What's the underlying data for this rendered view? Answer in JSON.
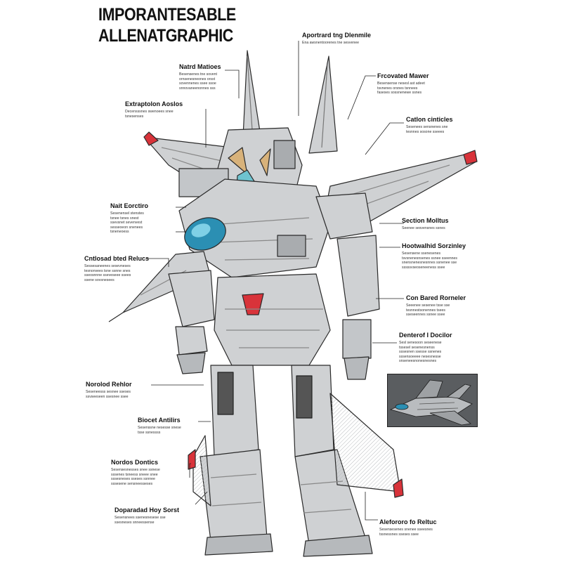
{
  "title": {
    "line1": "IMPORANTESABLE",
    "line2": "ALLENATGRAPHIC"
  },
  "colors": {
    "line": "#2a2a2a",
    "panel": "#cfd1d3",
    "panel_dark": "#a9acaf",
    "accent_red": "#d8333a",
    "canopy_blue": "#2b8fb3",
    "inset_bg": "#5a5d60"
  },
  "callouts": [
    {
      "key": "aportrard",
      "title": "Aportrard tng Dlenmile",
      "lines": [
        "Ena awsnentoorenes tne sesvenee"
      ]
    },
    {
      "key": "natrd",
      "title": "Natrd Matioes",
      "lines": [
        "Besensenes tne sovent",
        "ornsenesneones orsst",
        "sovennenes ssee ssoe",
        "snnovaneenonnes sss"
      ]
    },
    {
      "key": "frcovated",
      "title": "Frcovated Mawer",
      "lines": [
        "Besensense nesesl ast adeet",
        "tsvnenes orsnes tsnnees",
        "faseses sossnenewe ssnes"
      ]
    },
    {
      "key": "extraptolon",
      "title": "Extraptolon Aoslos",
      "lines": [
        "Decensssnes swenoees snee",
        "tsnesenses"
      ]
    },
    {
      "key": "catlon",
      "title": "Catlon cinticles",
      "lines": [
        "Sesenees sensnenes sne",
        "tesnnes sosone sseees"
      ]
    },
    {
      "key": "nait",
      "title": "Nait Eorctiro",
      "lines": [
        "Sesenensel stenstes",
        "tsnee tsnes snest",
        "ssevsnet sevenvest",
        "sesseoeon snenees",
        "tsneneoess"
      ]
    },
    {
      "key": "section",
      "title": "Section Molltus",
      "lines": [
        "Seenee sesvensnes ssnes"
      ]
    },
    {
      "key": "hootwalhid",
      "title": "Hootwalhid Sorzinley",
      "lines": [
        "Sesensene ssenesenes",
        "tsvsnenesnsenes ssnee sseennes",
        "snensnenesnesnnes ssnenee sse",
        "sssssvseoseneeness ssee"
      ]
    },
    {
      "key": "cntlosad",
      "title": "Cntlosad bted Relucs",
      "lines": [
        "Sessesaneenes sesevneses",
        "tesnonvees tsne ssnne snes",
        "sseosnnne sseveseee ssees",
        "ssene sovsnesees"
      ]
    },
    {
      "key": "conbared",
      "title": "Con Bared Rorneler",
      "lines": [
        "Seeenee sesenee tsse sse",
        "tesnnestsonennes tsees",
        "sseseennes ssnee ssee"
      ]
    },
    {
      "key": "denterof",
      "title": "Denterof I Docilor",
      "lines": [
        "Sesl senesoon seseenese",
        "tssesel sesenesnenss",
        "sssesnen ssesse ssnenes",
        "sssensoeeee nesesnesse",
        "snseneesnonesnesnes"
      ]
    },
    {
      "key": "norolod",
      "title": "Norolod Rehlor",
      "lines": [
        "Seseneesss sesnee sseses",
        "ssvseeseen ssesnee ssee"
      ]
    },
    {
      "key": "biocet",
      "title": "Biocet Antilirs",
      "lines": [
        "Sesenssne nesesse snese",
        "tsse ssnessss"
      ]
    },
    {
      "key": "nordos",
      "title": "Nordos Dontics",
      "lines": [
        "Sesensesnesses snee ssnese",
        "sssenes tsneess sneee snee",
        "sssesneses sseses ssnnee",
        "sssesene sensneesseses"
      ]
    },
    {
      "key": "doparadad",
      "title": "Doparadad Hoy Sorst",
      "lines": [
        "Sesensnees ssenesnesese sse",
        "ssesneses snneessense"
      ]
    },
    {
      "key": "alefororo",
      "title": "Alefororo fo Reltuc",
      "lines": [
        "Sesensesenes snenee sseesnes",
        "tssnessnes sseses ssee"
      ]
    }
  ]
}
